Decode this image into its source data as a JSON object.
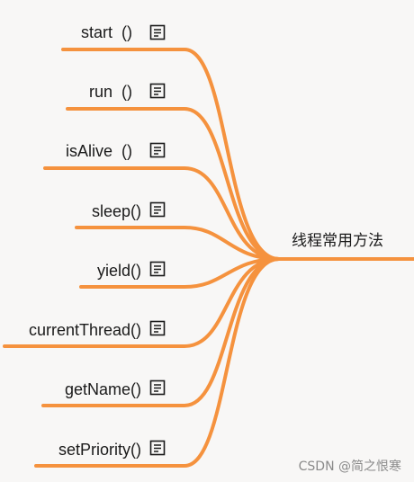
{
  "root": {
    "label": "线程常用方法"
  },
  "branch_color": "#f5923e",
  "nodes": [
    {
      "label": "start  ()",
      "icon": "note-icon"
    },
    {
      "label": "run  ()",
      "icon": "note-icon"
    },
    {
      "label": "isAlive  ()",
      "icon": "note-icon"
    },
    {
      "label": "sleep()",
      "icon": "note-icon"
    },
    {
      "label": "yield()",
      "icon": "note-icon"
    },
    {
      "label": "currentThread()",
      "icon": "note-icon"
    },
    {
      "label": "getName()",
      "icon": "note-icon"
    },
    {
      "label": "setPriority()",
      "icon": "note-icon"
    }
  ],
  "watermark": "CSDN @简之恨寒"
}
